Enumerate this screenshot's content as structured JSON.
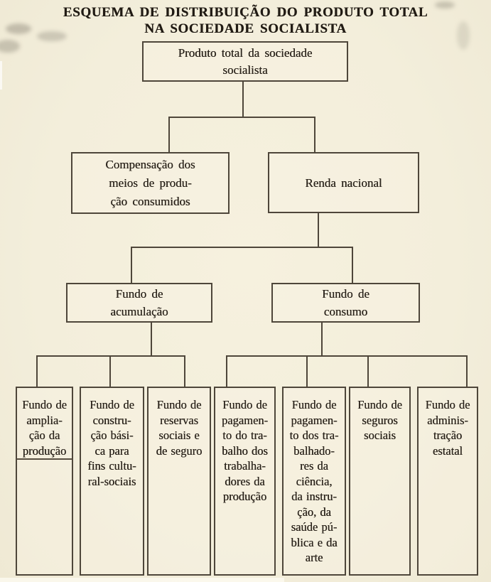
{
  "page": {
    "title": "ESQUEMA DE DISTRIBUIÇÃO DO PRODUTO TOTAL\nNA SOCIEDADE SOCIALISTA"
  },
  "diagram": {
    "root": {
      "label": "Produto total da sociedade\nsocialista"
    },
    "level2": [
      {
        "id": "compensacao",
        "label": "Compensação dos\nmeios de produ-\nção consumidos"
      },
      {
        "id": "renda-nacional",
        "label": "Renda nacional"
      }
    ],
    "level3": [
      {
        "id": "fundo-acumulacao",
        "label": "Fundo de\nacumulação"
      },
      {
        "id": "fundo-consumo",
        "label": "Fundo de\nconsumo"
      }
    ],
    "leaves": [
      {
        "id": "fundo-ampliacao-producao",
        "label": "Fundo de\namplia-\nção da\nprodução"
      },
      {
        "id": "fundo-construcao-basica",
        "label": "Fundo de\nconstru-\nção bási-\nca para\nfins cultu-\nral-sociais"
      },
      {
        "id": "fundo-reservas-sociais",
        "label": "Fundo de\nreservas\nsociais e\nde seguro"
      },
      {
        "id": "fundo-pagamento-trabalhadores-producao",
        "label": "Fundo de\npagamen-\nto do tra-\nbalho dos\ntrabalha-\ndores da\nprodução"
      },
      {
        "id": "fundo-pagamento-trabalhadores-ciencia",
        "label": "Fundo de\npagamen-\nto dos tra-\nbalhado-\nres da\nciência,\nda instru-\nção, da\nsaúde pú-\nblica e da\narte"
      },
      {
        "id": "fundo-seguros-sociais",
        "label": "Fundo de\nseguros\nsociais"
      },
      {
        "id": "fundo-administracao-estatal",
        "label": "Fundo de\nadminis-\ntração\nestatal"
      }
    ]
  },
  "colors": {
    "paper": "#f3eedb",
    "line": "#4e463a",
    "text": "#262019"
  }
}
